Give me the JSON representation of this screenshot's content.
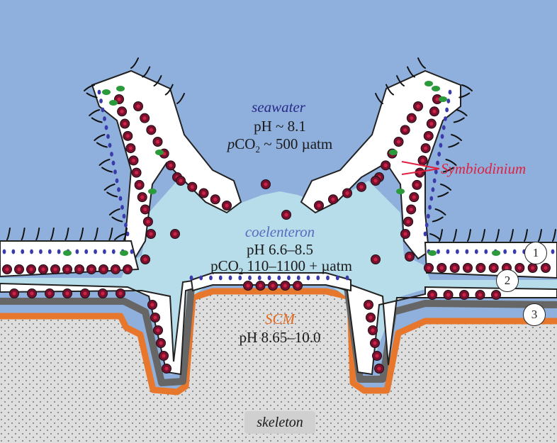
{
  "labels": {
    "seawater": {
      "name": "seawater",
      "ph": "pH ~ 8.1",
      "pco2_prefix": "p",
      "pco2_main": "CO",
      "pco2_sub": "2",
      "pco2_rest": " ~ 500 µatm"
    },
    "coelenteron": {
      "name": "coelenteron",
      "ph": "pH 6.6–8.5",
      "pco2": "pCO",
      "pco2_sub": "2",
      "pco2_rest": " 110–1100 + µatm"
    },
    "scm": {
      "name": "SCM",
      "ph": "pH 8.65–10.0"
    },
    "skeleton": "skeleton",
    "symbiodinium": "Symbiodinium",
    "layer_numbers": [
      "1",
      "2",
      "3"
    ]
  },
  "colors": {
    "seawater": "#8fb0dd",
    "coelenteron": "#b7dcea",
    "skeleton": "#dedede",
    "scm": "#e8772e",
    "mesoglea": "#666666",
    "symbiont": "#7a1030",
    "symbiont_core": "#cc2244",
    "chloroplast": "#2a9a3a",
    "nucleus": "#3a3aaa",
    "seawater_label": "#2a2a88",
    "coelenteron_label": "#5a6abf",
    "scm_label": "#e06a20",
    "symbiodinium_label": "#e02040"
  }
}
